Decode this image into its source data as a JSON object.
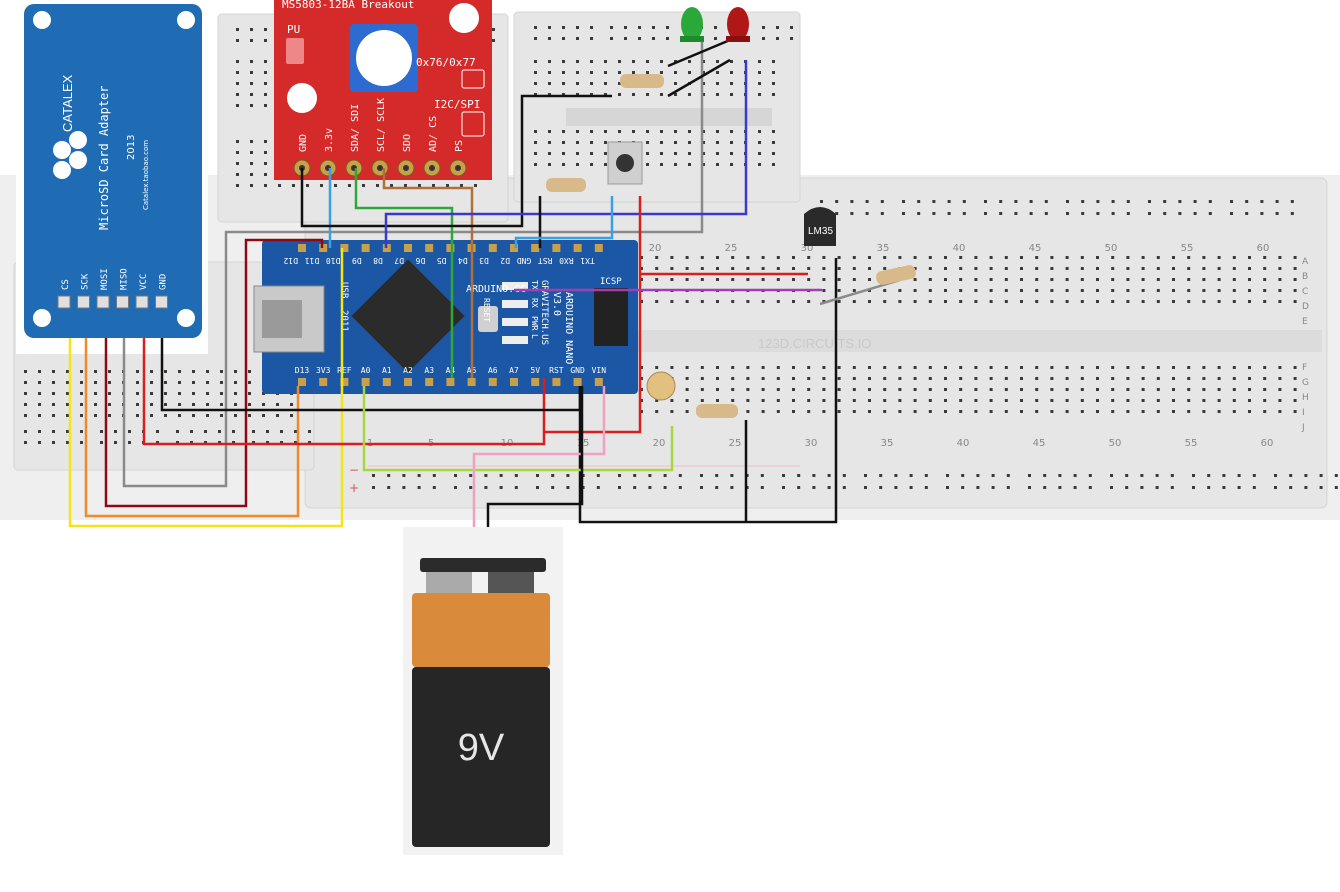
{
  "breadboard": {
    "watermark": "123D.CIRCUITS.IO",
    "col_numbers": [
      "20",
      "25",
      "30",
      "35",
      "40",
      "45",
      "50",
      "55",
      "60"
    ],
    "col_numbers_bottom": [
      "1",
      "5",
      "10",
      "15",
      "20",
      "25",
      "30",
      "35",
      "40",
      "45",
      "50",
      "55",
      "60"
    ],
    "row_letters_top": [
      "A",
      "B",
      "C",
      "D",
      "E"
    ],
    "row_letters_bottom": [
      "F",
      "G",
      "H",
      "I",
      "J"
    ],
    "rail_minus": "−",
    "rail_plus": "+"
  },
  "sd_module": {
    "brand": "CATALEX",
    "title": "MicroSD Card Adapter",
    "signature": "2013",
    "url": "Catalex.taobao.com",
    "pins": [
      "CS",
      "SCK",
      "MOSI",
      "MISO",
      "VCC",
      "GND"
    ]
  },
  "sensor": {
    "title": "MS5803-12BA Breakout",
    "pu_label": "PU",
    "addr_label": "0x76/0x77",
    "iface_label": "I2C/SPI",
    "pins": [
      "GND",
      "3.3v",
      "SDA/ SDI",
      "SCL/ SCLK",
      "SDO",
      "AD/ CS",
      "PS"
    ]
  },
  "arduino": {
    "top_pins": [
      "D12",
      "D11",
      "D10",
      "D9",
      "D8",
      "D7",
      "D6",
      "D5",
      "D4",
      "D3",
      "D2",
      "GND",
      "RST",
      "RX0",
      "TX1"
    ],
    "bottom_pins": [
      "D13",
      "3V3",
      "REF",
      "A0",
      "A1",
      "A2",
      "A3",
      "A4",
      "A5",
      "A6",
      "A7",
      "5V",
      "RST",
      "GND",
      "VIN"
    ],
    "brand": "ARDUINO.CC",
    "board_name": "ARDUINO NANO",
    "version": "V3.0",
    "maker": "GRAVITECH.US",
    "icsp": "ICSP",
    "reset": "RESET",
    "usb": "USB",
    "year": "2011",
    "leds": [
      "TX",
      "RX",
      "PWR",
      "L"
    ]
  },
  "temp_sensor": {
    "label": "LM35"
  },
  "battery": {
    "label": "9V"
  },
  "colors": {
    "breadboard": "#e4e4e4",
    "hole": "#3a3a3a",
    "arduino_blue": "#1c57a5",
    "sensor_red": "#d42a2a",
    "sd_blue": "#1f6cb4",
    "wire_red": "#d62020",
    "wire_black": "#111111",
    "wire_yellow": "#f2e614",
    "wire_orange": "#ee8a2a",
    "wire_darkred": "#8b0a14",
    "wire_gray": "#8a8a8a",
    "wire_blue": "#3a3ac8",
    "wire_lightblue": "#3aa0e0",
    "wire_green": "#2ea83a",
    "wire_brown": "#b0703a",
    "wire_pink": "#f0a0c0",
    "wire_lime": "#a8d640",
    "wire_purple": "#a040b0"
  }
}
